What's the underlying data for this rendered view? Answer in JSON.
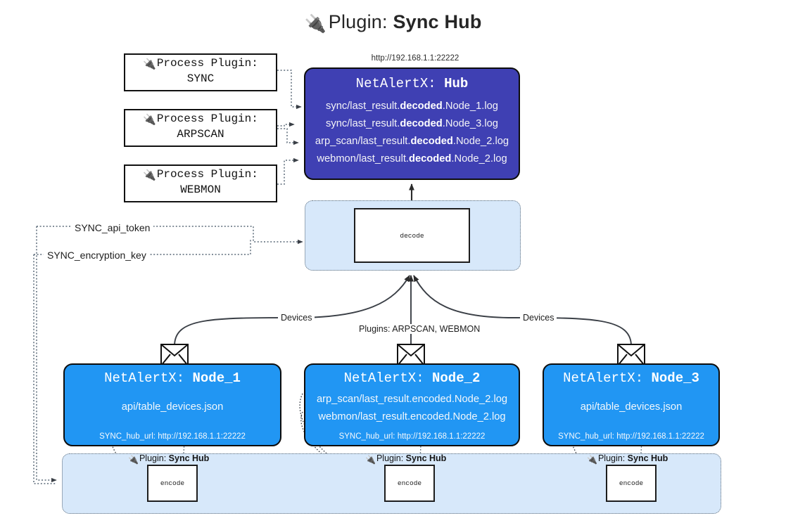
{
  "title": {
    "icon": "plug-icon",
    "glyph": "🔌",
    "prefix": "Plugin: ",
    "name": "Sync Hub"
  },
  "hub": {
    "url": "http://192.168.1.1:22222",
    "title_prefix": "NetAlertX: ",
    "title_name": "Hub",
    "lines": [
      {
        "pre": "sync/last_result.",
        "bold": "decoded",
        "post": ".Node_1.log"
      },
      {
        "pre": "sync/last_result.",
        "bold": "decoded",
        "post": ".Node_3.log"
      },
      {
        "pre": "arp_scan/last_result.",
        "bold": "decoded",
        "post": ".Node_2.log"
      },
      {
        "pre": "webmon/last_result.",
        "bold": "decoded",
        "post": ".Node_2.log"
      }
    ]
  },
  "process_plugins": [
    {
      "icon": "plug-icon",
      "glyph": "🔌",
      "label": "Process Plugin:",
      "name": "SYNC"
    },
    {
      "icon": "plug-icon",
      "glyph": "🔌",
      "label": "Process Plugin:",
      "name": "ARPSCAN"
    },
    {
      "icon": "plug-icon",
      "glyph": "🔌",
      "label": "Process Plugin:",
      "name": "WEBMON"
    }
  ],
  "decode": {
    "label": "decode"
  },
  "tokens": {
    "api_token": "SYNC_api_token",
    "encryption_key": "SYNC_encryption_key"
  },
  "edge_labels": {
    "devices_left": "Devices",
    "devices_right": "Devices",
    "plugins_center": "Plugins: ARPSCAN, WEBMON"
  },
  "nodes": [
    {
      "title_prefix": "NetAlertX: ",
      "title_name": "Node_1",
      "lines": [
        "api/table_devices.json"
      ],
      "footer": "SYNC_hub_url: http://192.168.1.1:22222"
    },
    {
      "title_prefix": "NetAlertX: ",
      "title_name": "Node_2",
      "lines": [
        "arp_scan/last_result.encoded.Node_2.log",
        "webmon/last_result.encoded.Node_2.log"
      ],
      "footer": "SYNC_hub_url: http://192.168.1.1:22222"
    },
    {
      "title_prefix": "NetAlertX: ",
      "title_name": "Node_3",
      "lines": [
        "api/table_devices.json"
      ],
      "footer": "SYNC_hub_url: http://192.168.1.1:22222"
    }
  ],
  "encoders": [
    {
      "caption_prefix": "Plugin: ",
      "caption_name": "Sync Hub",
      "glyph": "🔌",
      "label": "encode"
    },
    {
      "caption_prefix": "Plugin: ",
      "caption_name": "Sync Hub",
      "glyph": "🔌",
      "label": "encode"
    },
    {
      "caption_prefix": "Plugin: ",
      "caption_name": "Sync Hub",
      "glyph": "🔌",
      "label": "encode"
    }
  ],
  "colors": {
    "hub_fill": "#3f40b3",
    "node_fill": "#2196f3",
    "container_fill": "#d7e8fa",
    "stroke": "#111111",
    "dotted_stroke": "#5b6a78",
    "background": "#ffffff"
  }
}
